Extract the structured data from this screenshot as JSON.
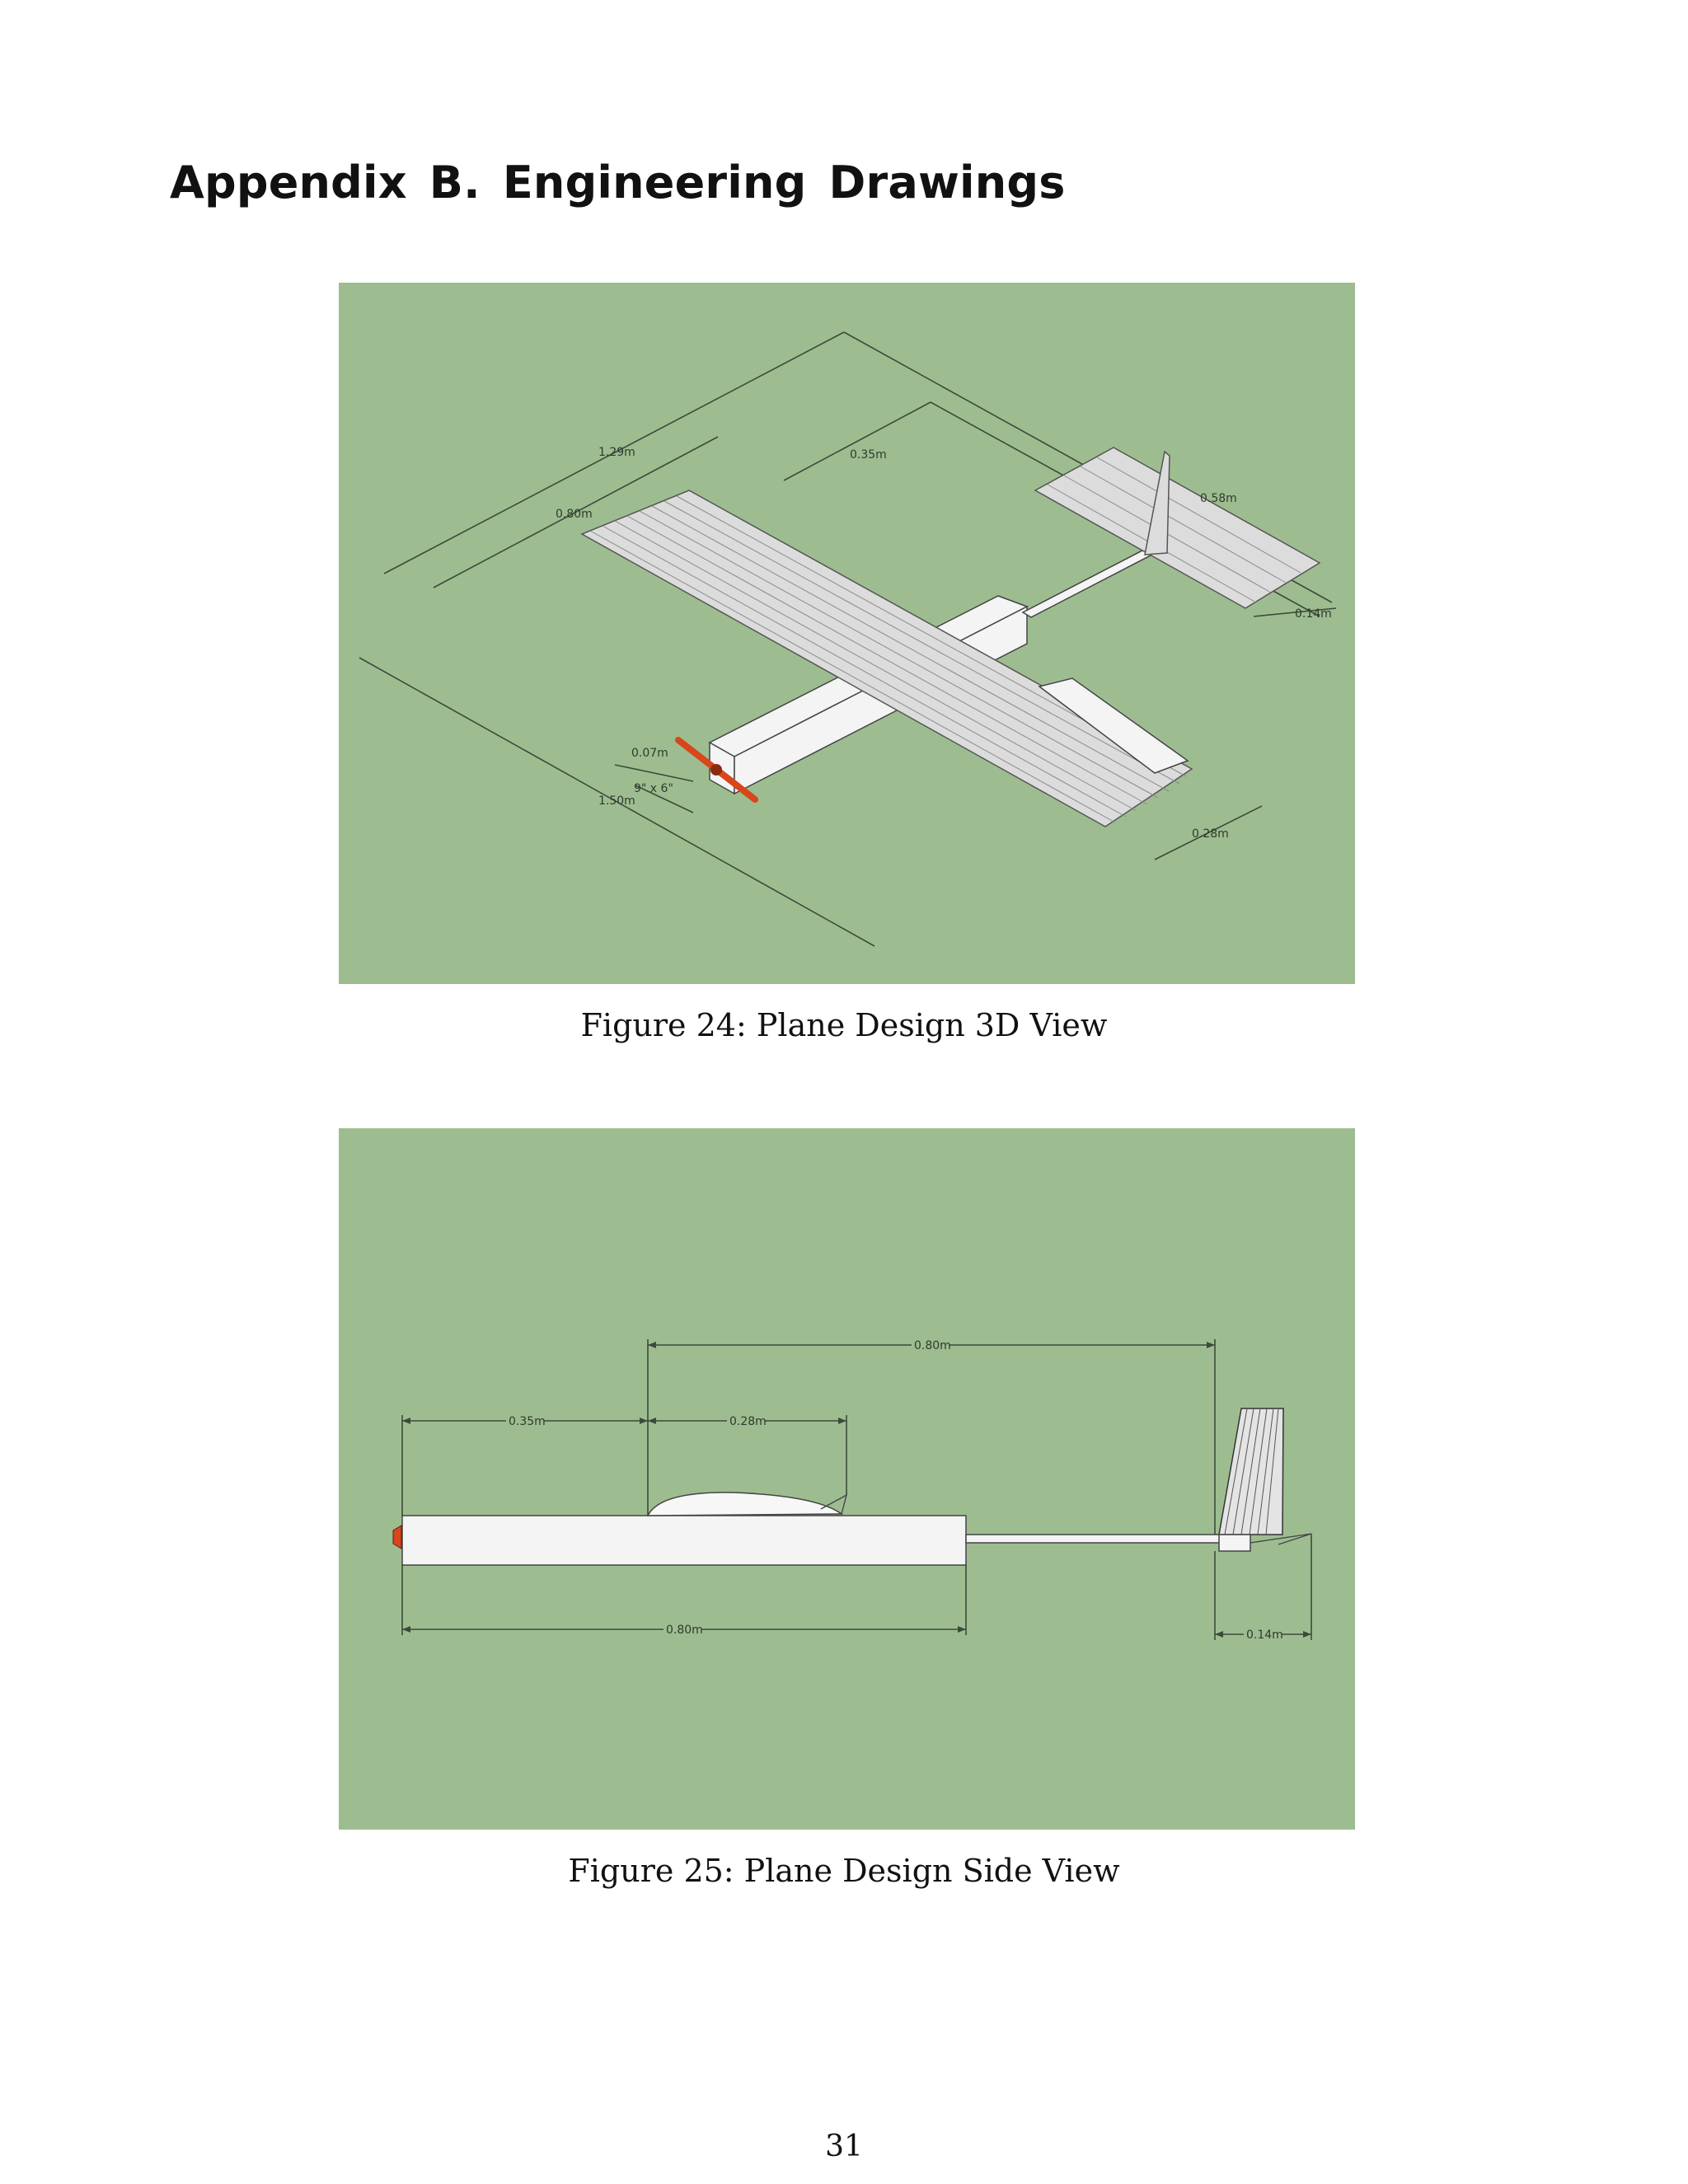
{
  "heading": "Appendix B.  Engineering Drawings",
  "figures": [
    {
      "caption": "Figure 24: Plane Design 3D View",
      "dimensions": {
        "span": "1.29m",
        "wing_to_tail": "0.35m",
        "tail_span": "0.58m",
        "fuselage": "0.80m",
        "tail_chord": "0.14m",
        "motor": "0.07m",
        "prop": "9\" x 6\"",
        "overall": "1.50m",
        "wing_chord": "0.28m"
      },
      "colors": {
        "background": "#9dbd91",
        "propeller": "#d9461b"
      }
    },
    {
      "caption": "Figure 25: Plane Design Side View",
      "dimensions": {
        "wing_to_tail": "0.80m",
        "nose_to_wing": "0.35m",
        "wing_chord": "0.28m",
        "fuselage": "0.80m",
        "tail_chord": "0.14m"
      }
    }
  ],
  "page_number": "31"
}
